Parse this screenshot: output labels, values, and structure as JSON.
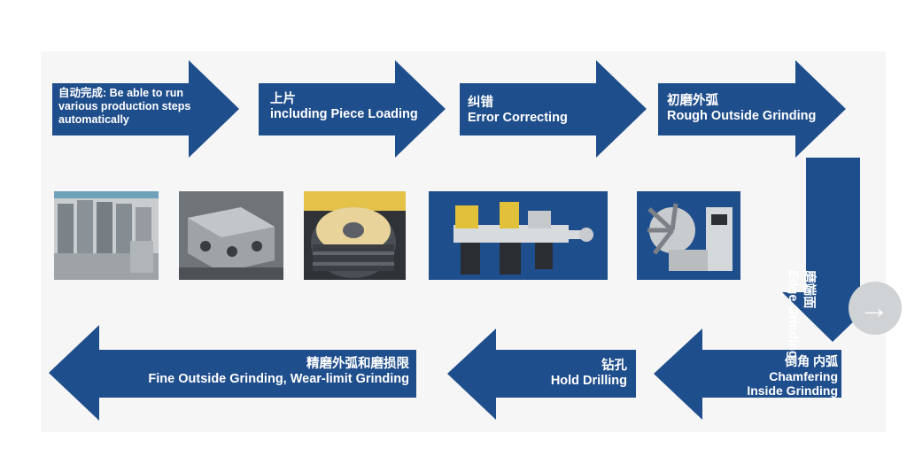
{
  "colors": {
    "arrow": "#1f4e8c",
    "panel": "#f6f6f6",
    "text": "#ffffff"
  },
  "steps": [
    {
      "id": "auto",
      "cn": "自动完成:",
      "en": "Be able to run various production steps automatically"
    },
    {
      "id": "loading",
      "cn": "上片",
      "en": "including Piece Loading"
    },
    {
      "id": "error",
      "cn": "纠错",
      "en": "Error Correcting"
    },
    {
      "id": "rough",
      "cn": "初磨外弧",
      "en": "Rough Outside Grinding"
    },
    {
      "id": "edge",
      "cn": "磨端面",
      "en": "Edge Grinding"
    },
    {
      "id": "chamfer",
      "cn": "倒角 内弧",
      "en": "Chamfering",
      "en2": "Inside Grinding"
    },
    {
      "id": "drill",
      "cn": "钻孔",
      "en": "Hold Drilling"
    },
    {
      "id": "fine",
      "cn": "精磨外弧和磨损限",
      "en": "Fine Outside Grinding, Wear-limit Grinding"
    }
  ],
  "photos": [
    "machine-photo-1",
    "machine-photo-2",
    "machine-photo-3",
    "machine-photo-4",
    "machine-photo-5"
  ],
  "nav": {
    "icon": "next-arrow-icon",
    "glyph": "→"
  }
}
